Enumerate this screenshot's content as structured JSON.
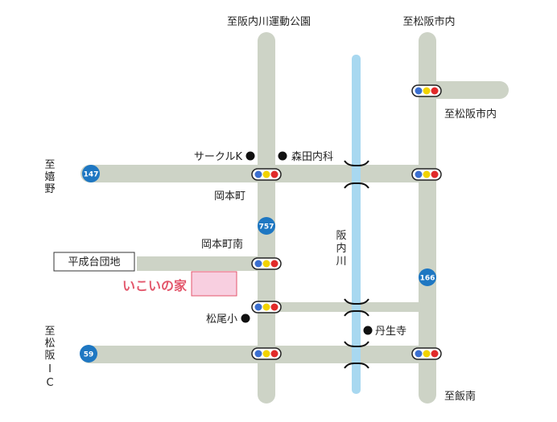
{
  "colors": {
    "road": "#cdd3c6",
    "river": "#a8d8f0",
    "shield": "#1e77c2",
    "destination_text": "#e3566b",
    "destination_fill": "#f8cfe0",
    "destination_stroke": "#e3566b",
    "signal_blue": "#3b6fd0",
    "signal_yellow": "#f2d300",
    "signal_red": "#e12a2a",
    "marker": "#111111"
  },
  "labels": {
    "top_center": "至阪内川運動公園",
    "top_right": "至松阪市内",
    "right_branch": "至松阪市内",
    "left_top": [
      "至",
      "嬉",
      "野"
    ],
    "left_bottom": [
      "至",
      "松",
      "阪",
      "I",
      "C"
    ],
    "bottom_right": "至飯南",
    "circle_k": "サークルK",
    "morita_clinic": "森田内科",
    "okamoto": "岡本町",
    "okamoto_minami": "岡本町南",
    "heisei_danchi": "平成台団地",
    "destination": "いこいの家",
    "matsuo_school": "松尾小",
    "tanjoji": "丹生寺",
    "river_name": [
      "阪",
      "内",
      "川"
    ]
  },
  "route_shields": {
    "r147": "147",
    "r757": "757",
    "r166": "166",
    "r59": "59"
  },
  "icons": {
    "traffic_signal": "traffic-signal-icon",
    "landmark": "landmark-dot-icon",
    "bridge": "bridge-icon",
    "route_shield": "route-shield-icon"
  }
}
